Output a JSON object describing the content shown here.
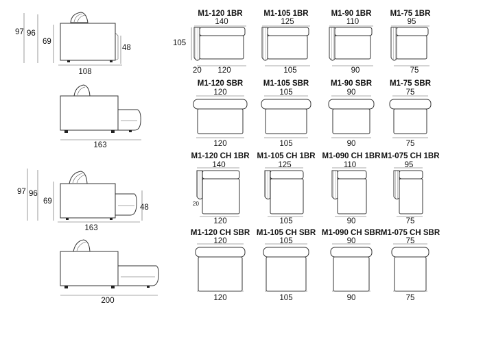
{
  "side_views": [
    {
      "id": "sv1",
      "heights": [
        "97",
        "96",
        "69"
      ],
      "arm_height": "48",
      "width": "108"
    },
    {
      "id": "sv2",
      "width": "163"
    },
    {
      "id": "sv3",
      "heights": [
        "97",
        "96",
        "69"
      ],
      "arm_height": "48",
      "width": "163"
    },
    {
      "id": "sv4",
      "width": "200"
    }
  ],
  "rows": [
    {
      "type": "arm",
      "depth_label": "105",
      "arm_width_label": "20",
      "modules": [
        {
          "label": "M1-120 1BR",
          "top": "140",
          "bottom": "120"
        },
        {
          "label": "M1-105 1BR",
          "top": "125",
          "bottom": "105"
        },
        {
          "label": "M1-90 1BR",
          "top": "110",
          "bottom": "90"
        },
        {
          "label": "M1-75 1BR",
          "top": "95",
          "bottom": "75"
        }
      ]
    },
    {
      "type": "sbr",
      "modules": [
        {
          "label": "M1-120 SBR",
          "top": "120",
          "bottom": "120"
        },
        {
          "label": "M1-105 SBR",
          "top": "105",
          "bottom": "105"
        },
        {
          "label": "M1-90 SBR",
          "top": "90",
          "bottom": "90"
        },
        {
          "label": "M1-75 SBR",
          "top": "75",
          "bottom": "75"
        }
      ]
    },
    {
      "type": "ch-arm",
      "arm_width_label": "20",
      "modules": [
        {
          "label": "M1-120 CH 1BR",
          "top": "140",
          "bottom": "120"
        },
        {
          "label": "M1-105 CH 1BR",
          "top": "125",
          "bottom": "105"
        },
        {
          "label": "M1-090 CH 1BR",
          "top": "110",
          "bottom": "90"
        },
        {
          "label": "M1-075 CH 1BR",
          "top": "95",
          "bottom": "75"
        }
      ]
    },
    {
      "type": "ch-sbr",
      "modules": [
        {
          "label": "M1-120 CH SBR",
          "top": "120",
          "bottom": "120"
        },
        {
          "label": "M1-105 CH SBR",
          "top": "105",
          "bottom": "105"
        },
        {
          "label": "M1-090 CH SBR",
          "top": "90",
          "bottom": "90"
        },
        {
          "label": "M1-075 CH SBR",
          "top": "75",
          "bottom": "75"
        }
      ]
    }
  ]
}
